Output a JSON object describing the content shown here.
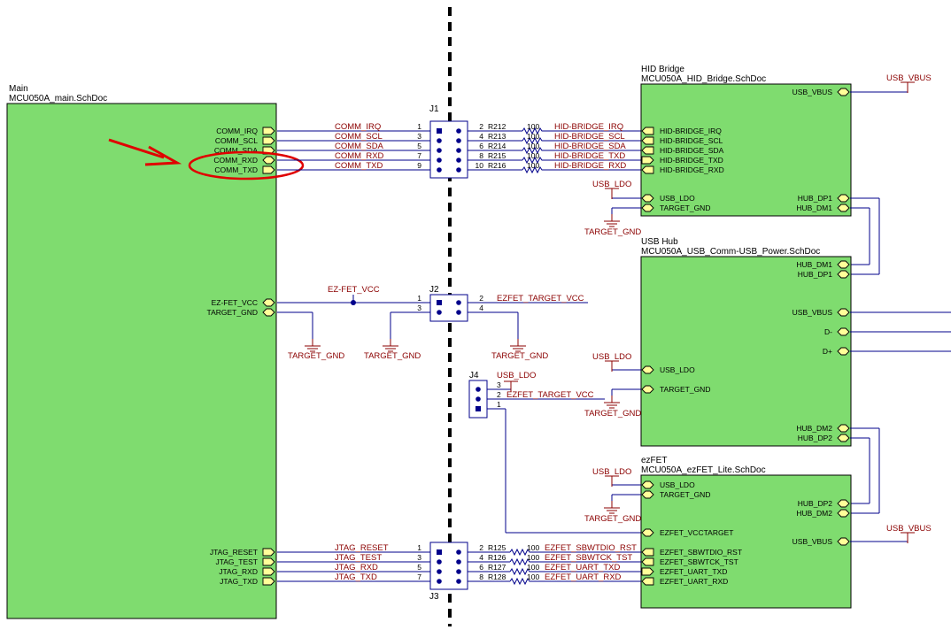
{
  "sheets": {
    "main": {
      "name": "Main",
      "file": "MCU050A_main.SchDoc",
      "ports": [
        "COMM_IRQ",
        "COMM_SCL",
        "COMM_SDA",
        "COMM_RXD",
        "COMM_TXD",
        "EZ-FET_VCC",
        "TARGET_GND",
        "JTAG_RESET",
        "JTAG_TEST",
        "JTAG_RXD",
        "JTAG_TXD"
      ]
    },
    "hid": {
      "name": "HID Bridge",
      "file": "MCU050A_HID_Bridge.SchDoc",
      "ports_left": [
        "HID-BRIDGE_IRQ",
        "HID-BRIDGE_SCL",
        "HID-BRIDGE_SDA",
        "HID-BRIDGE_TXD",
        "HID-BRIDGE_RXD",
        "USB_LDO",
        "TARGET_GND"
      ],
      "ports_right": [
        "USB_VBUS",
        "HUB_DP1",
        "HUB_DM1"
      ]
    },
    "hub": {
      "name": "USB Hub",
      "file": "MCU050A_USB_Comm-USB_Power.SchDoc",
      "ports_left": [
        "USB_LDO",
        "TARGET_GND"
      ],
      "ports_right": [
        "HUB_DM1",
        "HUB_DP1",
        "USB_VBUS",
        "D-",
        "D+",
        "HUB_DM2",
        "HUB_DP2"
      ]
    },
    "ezfet": {
      "name": "ezFET",
      "file": "MCU050A_ezFET_Lite.SchDoc",
      "ports_left": [
        "USB_LDO",
        "TARGET_GND",
        "EZFET_VCCTARGET",
        "EZFET_SBWTDIO_RST",
        "EZFET_SBWTCK_TST",
        "EZFET_UART_TXD",
        "EZFET_UART_RXD"
      ],
      "ports_right": [
        "HUB_DP2",
        "HUB_DM2",
        "USB_VBUS"
      ]
    }
  },
  "connectors": {
    "j1": {
      "ref": "J1",
      "pins_left": [
        "1",
        "3",
        "5",
        "7",
        "9"
      ],
      "pins_right": [
        "2",
        "4",
        "6",
        "8",
        "10"
      ]
    },
    "j2": {
      "ref": "J2",
      "pins_left": [
        "1",
        "3"
      ],
      "pins_right": [
        "2",
        "4"
      ]
    },
    "j3": {
      "ref": "J3",
      "pins_left": [
        "1",
        "3",
        "5",
        "7"
      ],
      "pins_right": [
        "2",
        "4",
        "6",
        "8"
      ]
    },
    "j4": {
      "ref": "J4",
      "pins": [
        "3",
        "2",
        "1"
      ]
    }
  },
  "resistors_j1": [
    {
      "ref": "R212",
      "value": "100"
    },
    {
      "ref": "R213",
      "value": "100"
    },
    {
      "ref": "R214",
      "value": "100"
    },
    {
      "ref": "R215",
      "value": "100"
    },
    {
      "ref": "R216",
      "value": "100"
    }
  ],
  "resistors_j3": [
    {
      "ref": "R125",
      "value": "100"
    },
    {
      "ref": "R126",
      "value": "100"
    },
    {
      "ref": "R127",
      "value": "100"
    },
    {
      "ref": "R128",
      "value": "100"
    }
  ],
  "nets": {
    "comm": [
      "COMM_IRQ",
      "COMM_SCL",
      "COMM_SDA",
      "COMM_RXD",
      "COMM_TXD"
    ],
    "hid": [
      "HID-BRIDGE_IRQ",
      "HID-BRIDGE_SCL",
      "HID-BRIDGE_SDA",
      "HID-BRIDGE_TXD",
      "HID-BRIDGE_RXD"
    ],
    "jtag": [
      "JTAG_RESET",
      "JTAG_TEST",
      "JTAG_RXD",
      "JTAG_TXD"
    ],
    "ezfet": [
      "EZFET_SBWTDIO_RST",
      "EZFET_SBWTCK_TST",
      "EZFET_UART_TXD",
      "EZFET_UART_RXD"
    ],
    "ez_fet_vcc": "EZ-FET_VCC",
    "ezfet_target_vcc": "EZFET_TARGET_VCC",
    "usb_vbus": "USB_VBUS",
    "usb_ldo": "USB_LDO",
    "target_gnd": "TARGET_GND"
  },
  "annotation": {
    "color": "#e00000"
  }
}
